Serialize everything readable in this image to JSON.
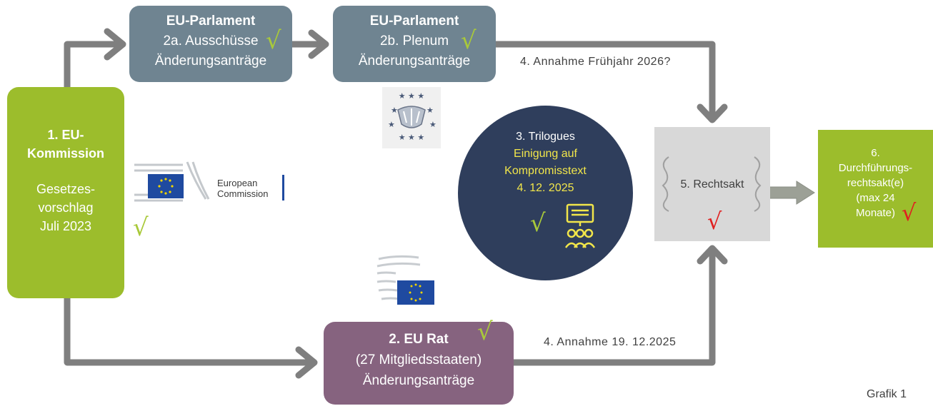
{
  "commission": {
    "line1": "1. EU-",
    "line2": "Kommission",
    "line3": "Gesetzes-",
    "line4": "vorschlag",
    "line5": "Juli 2023"
  },
  "ep_committees": {
    "title": "EU-Parlament",
    "line2": "2a. Ausschüsse",
    "line3": "Änderungsanträge"
  },
  "ep_plenary": {
    "title": "EU-Parlament",
    "line2": "2b. Plenum",
    "line3": "Änderungsanträge"
  },
  "council": {
    "title": "2. EU Rat",
    "line2": "(27 Mitgliedsstaaten)",
    "line3": "Änderungsanträge"
  },
  "trilogues": {
    "line1": "3. Trilogues",
    "line2": "Einigung auf",
    "line3": "Kompromisstext",
    "line4": "4. 12. 2025"
  },
  "legal_act": {
    "label": "5. Rechtsakt"
  },
  "implementing": {
    "line1": "6.",
    "line2": "Durchführungs-",
    "line3": "rechtsakt(e)",
    "line4": "(max 24",
    "line5": "Monate)"
  },
  "labels": {
    "parliament_adoption": "4. Annahme Frühjahr 2026?",
    "council_adoption": "4. Annahme 19. 12.2025"
  },
  "ec_logo": {
    "line1": "European",
    "line2": "Commission"
  },
  "footer": "Grafik 1",
  "marks": {
    "done": "√",
    "pending": "√"
  },
  "colors": {
    "green": "#9cbd2c",
    "slate": "#6f8491",
    "purple": "#86637f",
    "navy": "#2f3e5c",
    "grey_box": "#d8d8d8",
    "arrow": "#7f7f7f",
    "check_green": "#a9c93a",
    "check_red": "#e02020",
    "highlight_yellow": "#f2e64a"
  }
}
